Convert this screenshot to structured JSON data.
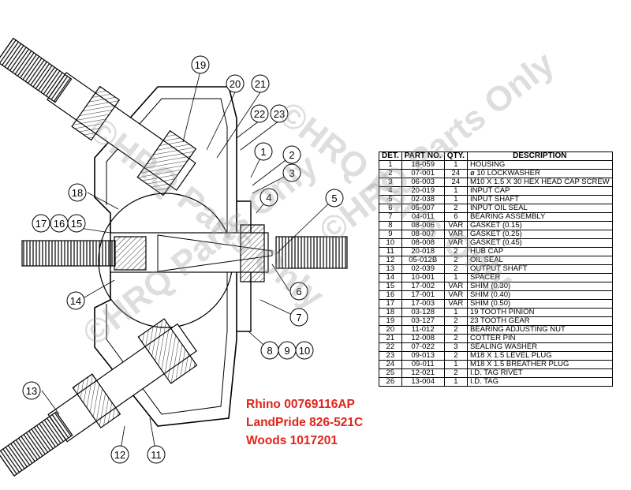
{
  "callouts": [
    "19",
    "20",
    "21",
    "22",
    "23",
    "1",
    "2",
    "3",
    "4",
    "5",
    "18",
    "17",
    "16",
    "15",
    "14",
    "6",
    "7",
    "8",
    "9",
    "10",
    "13",
    "12",
    "11"
  ],
  "table": {
    "headers": [
      "DET.",
      "PART NO.",
      "QTY.",
      "DESCRIPTION"
    ],
    "rows": [
      [
        "1",
        "18-059",
        "1",
        "HOUSING"
      ],
      [
        "2",
        "07-001",
        "24",
        "ø 10 LOCKWASHER"
      ],
      [
        "3",
        "06-003",
        "24",
        "M10 X 1.5 X 30 HEX HEAD CAP SCREW"
      ],
      [
        "4",
        "20-019",
        "1",
        "INPUT CAP"
      ],
      [
        "5",
        "02-038",
        "1",
        "INPUT SHAFT"
      ],
      [
        "6",
        "05-007",
        "2",
        "INPUT OIL SEAL"
      ],
      [
        "7",
        "04-011",
        "6",
        "BEARING ASSEMBLY"
      ],
      [
        "8",
        "08-006",
        "VAR",
        "GASKET (0.15)"
      ],
      [
        "9",
        "08-007",
        "VAR",
        "GASKET (0.25)"
      ],
      [
        "10",
        "08-008",
        "VAR",
        "GASKET (0.45)"
      ],
      [
        "11",
        "20-018",
        "2",
        "HUB CAP"
      ],
      [
        "12",
        "05-012B",
        "2",
        "OIL SEAL"
      ],
      [
        "13",
        "02-039",
        "2",
        "OUTPUT SHAFT"
      ],
      [
        "14",
        "10-001",
        "1",
        "SPACER"
      ],
      [
        "15",
        "17-002",
        "VAR",
        "SHIM (0.30)"
      ],
      [
        "16",
        "17-001",
        "VAR",
        "SHIM (0.40)"
      ],
      [
        "17",
        "17-003",
        "VAR",
        "SHIM (0.50)"
      ],
      [
        "18",
        "03-128",
        "1",
        "19 TOOTH PINION"
      ],
      [
        "19",
        "03-127",
        "2",
        "23 TOOTH GEAR"
      ],
      [
        "20",
        "11-012",
        "2",
        "BEARING ADJUSTING NUT"
      ],
      [
        "21",
        "12-008",
        "2",
        "COTTER PIN"
      ],
      [
        "22",
        "07-022",
        "3",
        "SEALING WASHER"
      ],
      [
        "23",
        "09-013",
        "2",
        "M18 X 1.5 LEVEL PLUG"
      ],
      [
        "24",
        "09-011",
        "1",
        "M18 X 1.5 BREATHER PLUG"
      ],
      [
        "25",
        "12-021",
        "2",
        "I.D. TAG RIVET"
      ],
      [
        "26",
        "13-004",
        "1",
        "I.D. TAG"
      ]
    ]
  },
  "models": [
    "Rhino 00769116AP",
    "LandPride 826-521C",
    "Woods 1017201"
  ],
  "watermark": "©HRQ Parts Only",
  "colors": {
    "ink": "#000000",
    "model_text": "#e0241b",
    "watermark": "#9a9a9a"
  }
}
